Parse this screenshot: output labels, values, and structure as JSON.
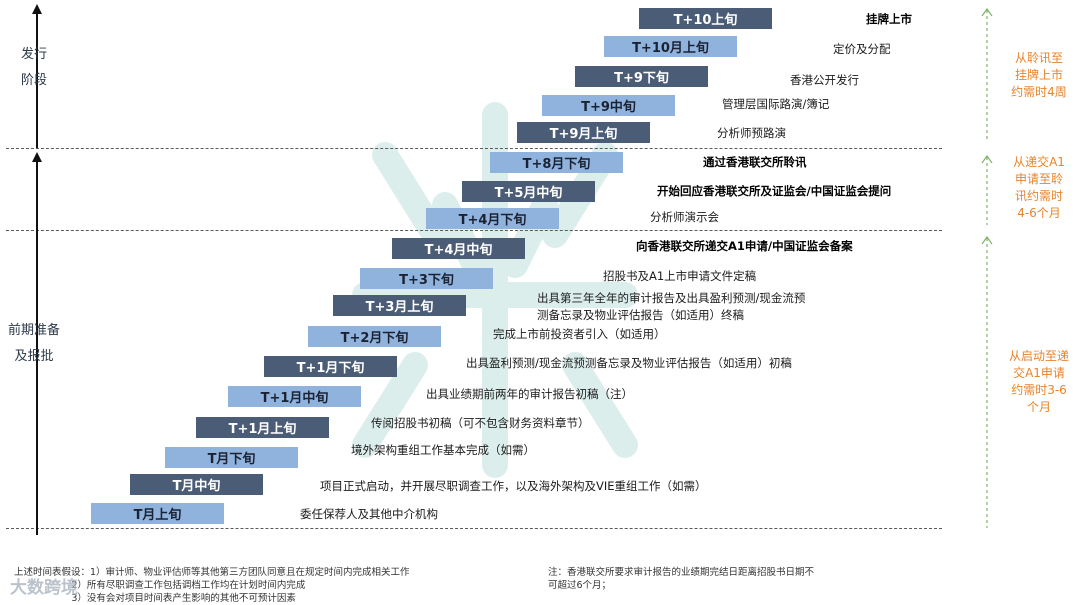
{
  "phases": {
    "issue": "发行\n阶段",
    "prep": "前期准备\n及报批"
  },
  "rows": [
    {
      "bar": "T+10上旬",
      "tone": "dark",
      "task": "挂牌上市",
      "bold": true
    },
    {
      "bar": "T+10月上旬",
      "tone": "light",
      "task": "定价及分配",
      "bold": false
    },
    {
      "bar": "T+9下旬",
      "tone": "dark",
      "task": "香港公开发行",
      "bold": false
    },
    {
      "bar": "T+9中旬",
      "tone": "light",
      "task": "管理层国际路演/簿记",
      "bold": false
    },
    {
      "bar": "T+9月上旬",
      "tone": "dark",
      "task": "分析师预路演",
      "bold": false
    },
    {
      "bar": "T+8月下旬",
      "tone": "light",
      "task": "通过香港联交所聆讯",
      "bold": true
    },
    {
      "bar": "T+5月中旬",
      "tone": "dark",
      "task": "开始回应香港联交所及证监会/中国证监会提问",
      "bold": true
    },
    {
      "bar": "T+4月下旬",
      "tone": "light",
      "task": "分析师演示会",
      "bold": false
    },
    {
      "bar": "T+4月中旬",
      "tone": "dark",
      "task": "向香港联交所递交A1申请/中国证监会备案",
      "bold": true
    },
    {
      "bar": "T+3下旬",
      "tone": "light",
      "task": "招股书及A1上市申请文件定稿",
      "bold": false
    },
    {
      "bar": "T+3月上旬",
      "tone": "dark",
      "task": "出具第三年全年的审计报告及出具盈利预测/现金流预\n测备忘录及物业评估报告（如适用）终稿",
      "bold": false
    },
    {
      "bar": "T+2月下旬",
      "tone": "light",
      "task": "完成上市前投资者引入（如适用）",
      "bold": false
    },
    {
      "bar": "T+1月下旬",
      "tone": "dark",
      "task": "出具盈利预测/现金流预测备忘录及物业评估报告（如适用）初稿",
      "bold": false
    },
    {
      "bar": "T+1月中旬",
      "tone": "light",
      "task": "出具业绩期前两年的审计报告初稿（注）",
      "bold": false
    },
    {
      "bar": "T+1月上旬",
      "tone": "dark",
      "task": "传阅招股书初稿（可不包含财务资料章节）",
      "bold": false
    },
    {
      "bar": "T月下旬",
      "tone": "light",
      "task": "境外架构重组工作基本完成（如需）",
      "bold": false
    },
    {
      "bar": "T月中旬",
      "tone": "dark",
      "task": "项目正式启动，并开展尽职调查工作，以及海外架构及VIE重组工作（如需）",
      "bold": false
    },
    {
      "bar": "T月上旬",
      "tone": "light",
      "task": "委任保荐人及其他中介机构",
      "bold": false
    }
  ],
  "side_notes": [
    {
      "text": "从聆讯至\n挂牌上市\n约需时4周"
    },
    {
      "text": "从递交A1\n申请至聆\n讯约需时\n4-6个月"
    },
    {
      "text": "从启动至递\n交A1申请\n约需时3-6\n个月"
    }
  ],
  "footnotes": {
    "assumptions": "上述时间表假设：1）审计师、物业评估师等其他第三方团队同意且在规定时间内完成相关工作\n                   2）所有尽职调查工作包括调档工作均在计划时间内完成\n                   3）没有会对项目时间表产生影响的其他不可预计因素",
    "note": "注：香港联交所要求审计报告的业绩期完结日距离招股书日期不\n可超过6个月；"
  },
  "watermark": "大数跨境",
  "colors": {
    "dark_bar": "#4a5c76",
    "light_bar": "#8fb3dc",
    "side_note": "#e8842b",
    "side_arrow": "#7fb36a"
  }
}
